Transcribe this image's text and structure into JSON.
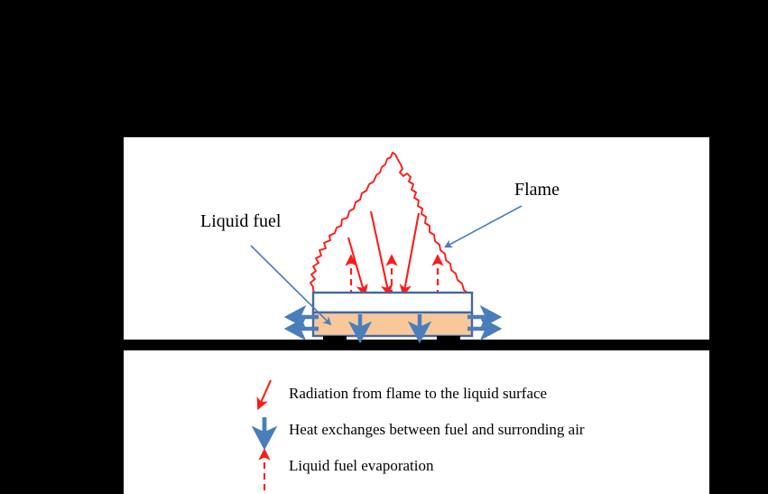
{
  "figure": {
    "type": "diagram",
    "subject": "pool-fire heat transfer schematic",
    "background_color": "#000000",
    "panel_color": "#ffffff"
  },
  "colors": {
    "flame_red": "#ff1a1a",
    "radiation_red": "#ff1a1a",
    "evaporation_red": "#ff1a1a",
    "pan_border_blue": "#44689e",
    "heat_arrow_blue": "#4a7ebb",
    "leader_blue": "#4a7ebb",
    "liquid_fill": "#f8c79a",
    "ground_black": "#000000",
    "text_black": "#000000"
  },
  "scene": {
    "labels": [
      {
        "id": "liquid-fuel",
        "text": "Liquid fuel"
      },
      {
        "id": "flame",
        "text": "Flame"
      }
    ],
    "elements": {
      "flame_name": "flame-outline",
      "pan_name": "fuel-pan",
      "liquid_name": "liquid-fuel-layer",
      "vapor_space_name": "vapor-space",
      "legs_name": "pan-support-leg",
      "ground_name": "ground-line"
    },
    "arrows": {
      "radiation_count": 3,
      "evaporation_count": 3,
      "downward_heat_count": 2,
      "side_heat_pairs": 2
    }
  },
  "legend": {
    "items": [
      {
        "icon": "diagonal-red-arrow-icon",
        "label": "Radiation from flame to the liquid surface"
      },
      {
        "icon": "blue-down-arrow-icon",
        "label": "Heat exchanges between fuel and surronding air"
      },
      {
        "icon": "red-dashed-up-arrow-icon",
        "label": "Liquid fuel evaporation"
      }
    ]
  }
}
